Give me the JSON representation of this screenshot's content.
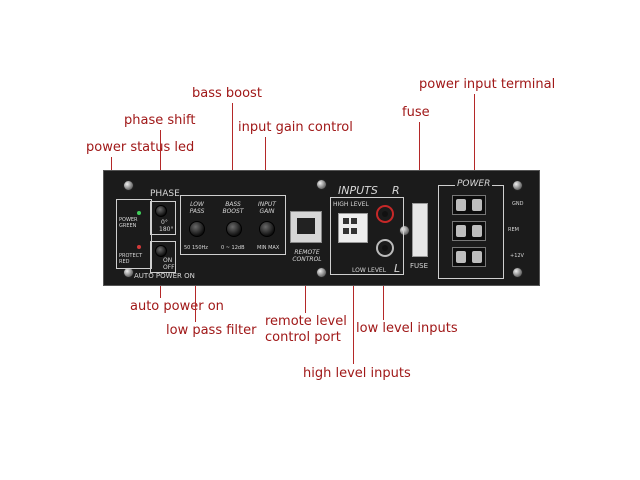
{
  "callouts": {
    "bass_boost": "bass boost",
    "phase_shift": "phase shift",
    "input_gain_control": "input gain control",
    "power_status_led": "power status led",
    "fuse": "fuse",
    "power_input_terminal": "power input terminal",
    "auto_power_on": "auto power on",
    "low_pass_filter": "low pass filter",
    "remote_level_control_port": "remote level control port",
    "low_level_inputs": "low level inputs",
    "high_level_inputs": "high level inputs"
  },
  "panel": {
    "phase": "PHASE",
    "phase_0": "0°",
    "phase_180": "180°",
    "power_green": "POWER GREEN",
    "protect_red": "PROTECT RED",
    "on": "ON",
    "off": "OFF",
    "auto_power_on": "AUTO POWER ON",
    "low_pass": "LOW PASS",
    "low_pass_range": "50 150Hz",
    "bass_boost": "BASS BOOST",
    "bass_boost_range": "0 ~ 12dB",
    "input_gain": "INPUT GAIN",
    "input_gain_range": "MIN MAX",
    "remote_control": "REMOTE CONTROL",
    "inputs": "INPUTS",
    "inputs_r": "R",
    "high_level": "HIGH LEVEL",
    "low_level": "LOW LEVEL",
    "inputs_l": "L",
    "fuse": "FUSE",
    "power": "POWER",
    "gnd": "GND",
    "rem": "REM",
    "plus12v": "+12V"
  },
  "colors": {
    "callout_text": "#a01818",
    "callout_line": "#b42828",
    "panel": "#1b1b1b"
  }
}
